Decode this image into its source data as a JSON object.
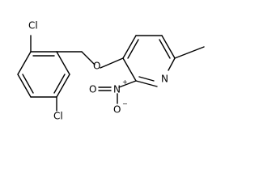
{
  "molecule": {
    "atoms": {
      "cl_top": "Cl",
      "cl_bottom": "Cl",
      "ether_o": "O",
      "ring_n": "N",
      "nitro_n": "N",
      "nitro_o_double": "O",
      "nitro_o_single": "O"
    },
    "charges": {
      "nitro_n": "+",
      "nitro_o_single": "−"
    }
  }
}
